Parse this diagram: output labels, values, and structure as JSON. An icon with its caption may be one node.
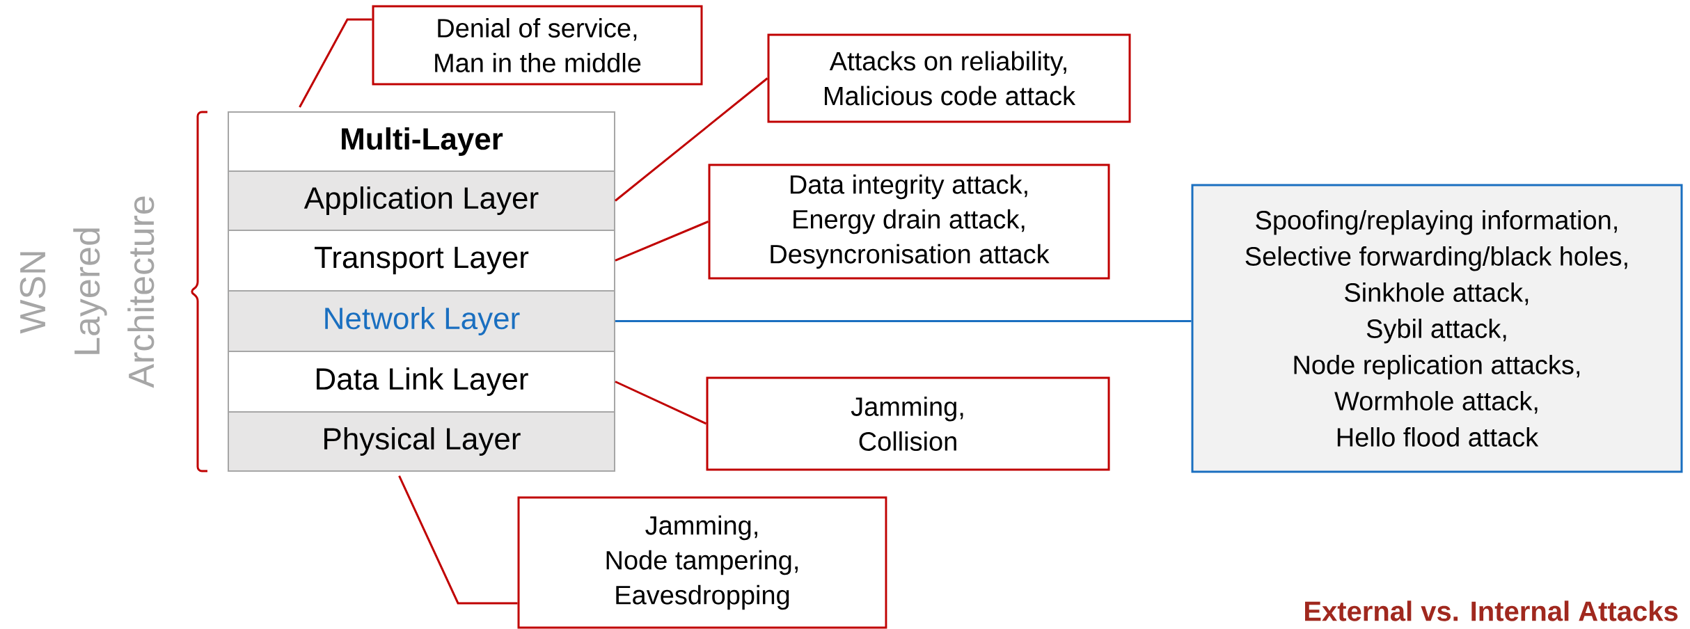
{
  "diagram": {
    "title": "External vs. Internal Attacks",
    "nodes": [
      {
        "text": [
          "Multi-Layer"
        ]
      },
      {
        "text": [
          "Application Layer"
        ]
      },
      {
        "text": [
          "Transport Layer"
        ]
      },
      {
        "text": [
          "Network Layer"
        ]
      },
      {
        "text": [
          "Data Link Layer"
        ]
      },
      {
        "text": [
          "Physical Layer"
        ]
      },
      {
        "text": [
          "Denial of service,",
          "Man in the middle"
        ]
      },
      {
        "text": [
          "Attacks on reliability,",
          "Malicious code attack"
        ]
      },
      {
        "text": [
          "Data integrity attack,",
          "Energy drain attack,",
          "Desyncronisation attack"
        ]
      },
      {
        "text": [
          "Spoofing/replaying information,",
          "Selective forwarding/black holes,",
          "Sinkhole attack,",
          "Sybil attack,",
          "Node replication attacks,",
          "Wormhole attack,",
          "Hello flood attack"
        ]
      },
      {
        "text": [
          "Jamming,",
          "Collision"
        ]
      },
      {
        "text": [
          "Jamming,",
          "Node tampering,",
          "Eavesdropping"
        ]
      }
    ],
    "edges": [
      {
        "from": 0,
        "to": 6,
        "arrow": "none"
      },
      {
        "from": 1,
        "to": 7,
        "arrow": "none"
      },
      {
        "from": 2,
        "to": 8,
        "arrow": "none"
      },
      {
        "from": 3,
        "to": 9,
        "arrow": "none",
        "color": "#1a6fc0"
      },
      {
        "from": 4,
        "to": 10,
        "arrow": "none"
      },
      {
        "from": 5,
        "to": 11,
        "arrow": "none"
      }
    ],
    "labels": [
      "WSN Layered Architecture"
    ]
  }
}
